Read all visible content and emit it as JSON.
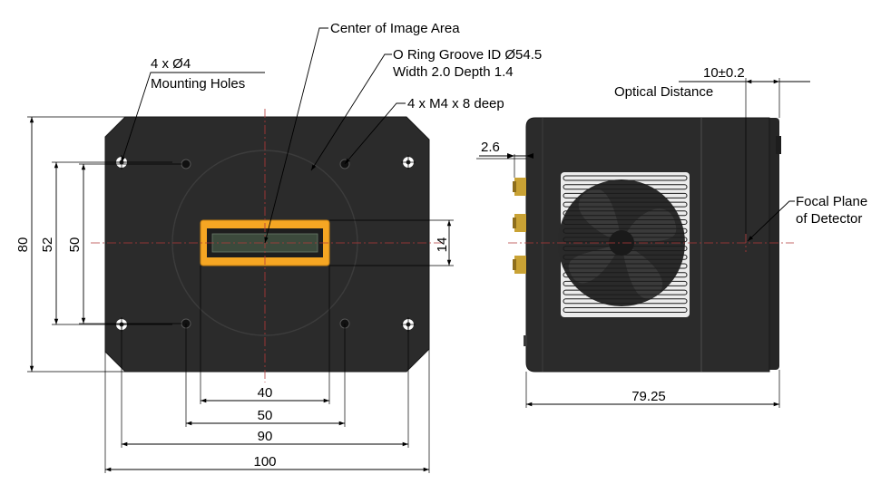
{
  "front_view": {
    "callouts": {
      "center_image_area": "Center of Image Area",
      "oring_line1": "O Ring Groove ID  Ø54.5",
      "oring_line2": "Width 2.0 Depth 1.4",
      "m4_holes": "4 x M4 x 8 deep",
      "mount_holes_line1": "4 x Ø4",
      "mount_holes_line2": "Mounting Holes"
    },
    "dimensions": {
      "height_80": "80",
      "height_52": "52",
      "height_50": "50",
      "sensor_14": "14",
      "width_40": "40",
      "width_50": "50",
      "width_90": "90",
      "width_100": "100"
    }
  },
  "side_view": {
    "callouts": {
      "optical_distance_value": "10±0.2",
      "optical_distance_label": "Optical Distance",
      "focal_plane_line1": "Focal Plane",
      "focal_plane_line2": "of Detector"
    },
    "dimensions": {
      "connector_2_6": "2.6",
      "length_79_25": "79.25"
    }
  },
  "colors": {
    "body": "#2b2b2b",
    "sensor_frame": "#f5a623",
    "sensor_glass": "#3c4a3c",
    "centerline": "#b43a3a"
  }
}
